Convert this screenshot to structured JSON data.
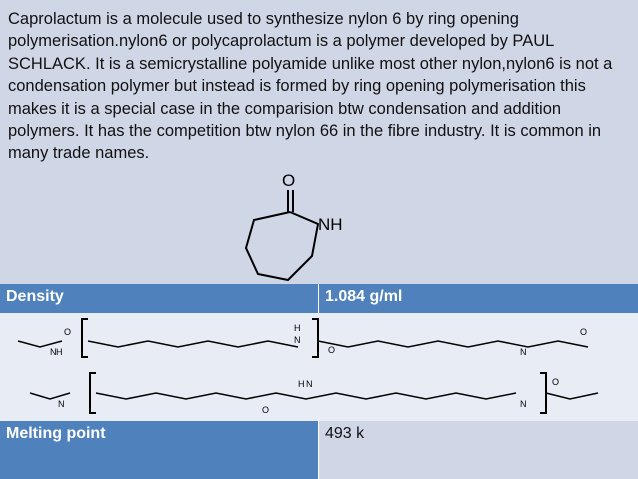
{
  "intro": {
    "text": "Caprolactum is a molecule used to synthesize nylon 6 by ring opening polymerisation.nylon6 or polycaprolactum is a polymer developed by PAUL SCHLACK. It is a semicrystalline polyamide unlike most other nylon,nylon6 is not a condensation polymer but instead is formed by ring opening polymerisation this makes it is a special case in the comparision  btw condensation and addition polymers. It has the competition btw nylon 66 in the fibre  industry. It is common in many trade names."
  },
  "molecule": {
    "oxygen_label": "O",
    "nh_label": "NH"
  },
  "polymer": {
    "o_label": "O",
    "h_label": "H",
    "n_label": "N"
  },
  "table": {
    "rows": [
      {
        "label": "Density",
        "value": "1.084 g/ml"
      },
      {
        "label": "Melting point",
        "value": "493 k"
      }
    ]
  },
  "colors": {
    "header_blue": "#4f81bd",
    "light_band": "#cfd6e6",
    "text_dark": "#111111"
  }
}
